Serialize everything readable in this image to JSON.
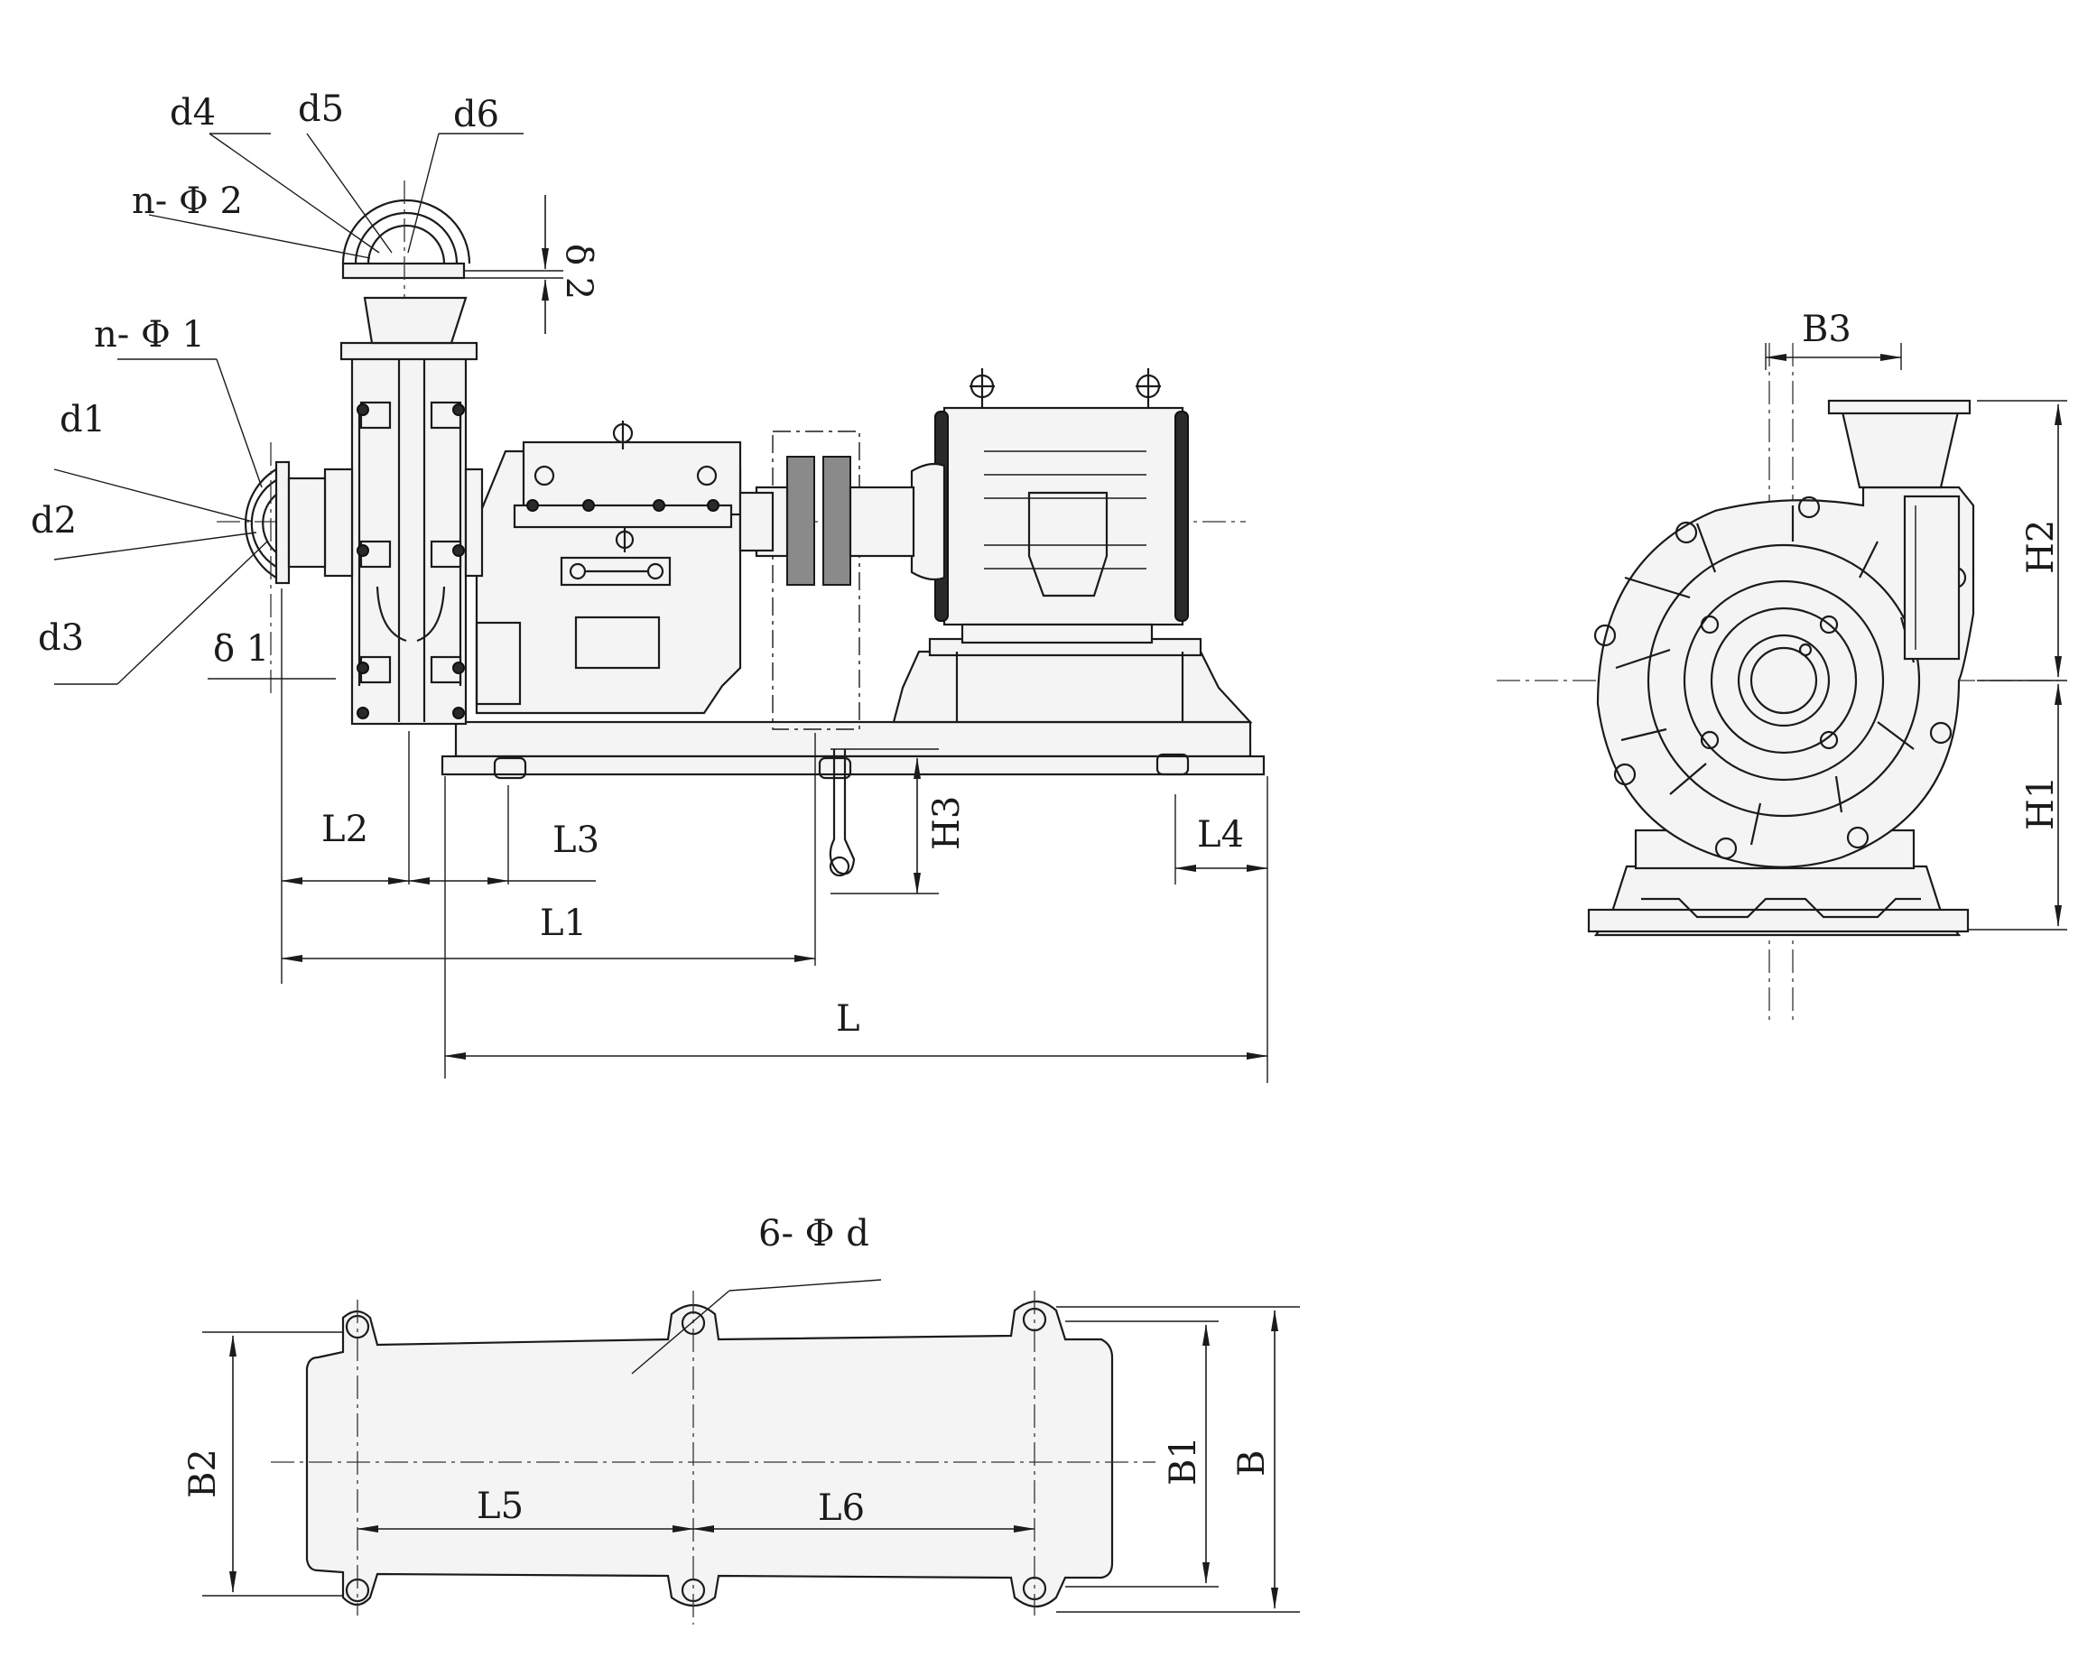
{
  "labels": {
    "d1": "d1",
    "d2": "d2",
    "d3": "d3",
    "d4": "d4",
    "d5": "d5",
    "d6": "d6",
    "n_phi1": "n- Φ 1",
    "n_phi2": "n- Φ 2",
    "delta1": "δ 1",
    "delta2": "δ 2",
    "L": "L",
    "L1": "L1",
    "L2": "L2",
    "L3": "L3",
    "L4": "L4",
    "L5": "L5",
    "L6": "L6",
    "H1": "H1",
    "H2": "H2",
    "H3": "H3",
    "B": "B",
    "B1": "B1",
    "B2": "B2",
    "B3": "B3",
    "hole": "6- Φ d"
  },
  "colors": {
    "line": "#1b1b1b",
    "fill": "#f4f4f4",
    "coupling": "#8a8a8a",
    "band": "#2a2a2a"
  }
}
